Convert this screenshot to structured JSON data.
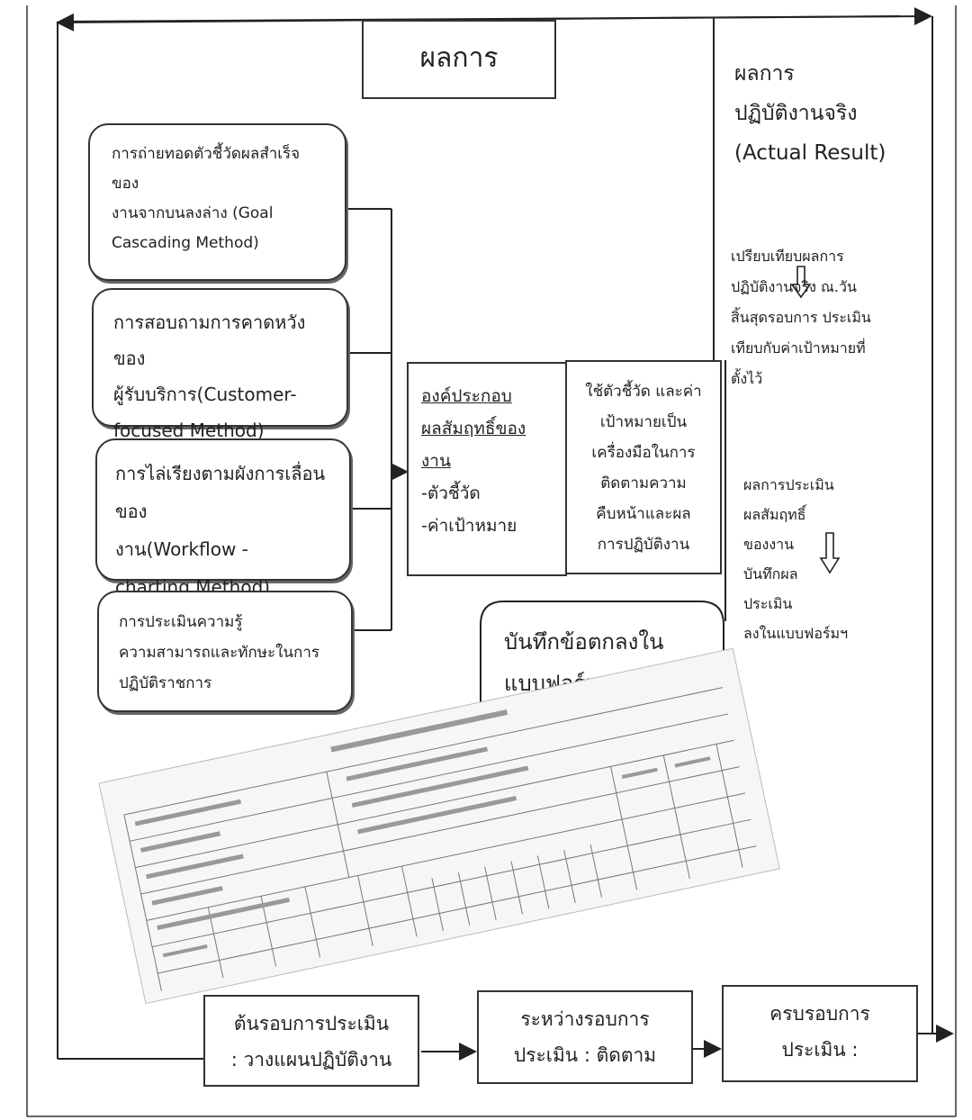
{
  "result_title": "ผลการ",
  "actual_result": {
    "title": "ผลการ\nปฏิบัติงานจริง\n(Actual Result)"
  },
  "compare_note": "เปรียบเทียบผลการ\nปฏิบัติงานจริง ณ.วัน\nสิ้นสุดรอบการ  ประเมิน\nเทียบกับค่าเป้าหมายที่\nตั้งไว้",
  "eval_note": "ผลการประเมิน\nผลสัมฤทธิ์\nของงาน\nบันทึกผล\nประเมิน\nลงในแบบฟอร์มฯ",
  "methods": [
    "การถ่ายทอดตัวชี้วัดผลสำเร็จ\nของ\nงานจากบนลงล่าง (Goal\nCascading Method)",
    "การสอบถามการคาดหวังของ\nผู้รับบริการ(Customer-\nfocused Method)",
    "การไล่เรียงตามผังการเลื่อนของ\nงาน(Workflow -\ncharting Method)",
    "การประเมินความรู้\nความสามารถและทักษะในการ\nปฏิบัติราชการ"
  ],
  "component": {
    "heading": "องค์ประกอบ\nผลสัมฤทธิ์ของ\nงาน",
    "items": "-ตัวชี้วัด\n-ค่าเป้าหมาย"
  },
  "usage": "ใช้ตัวชี้วัด และค่า\nเป้าหมายเป็น\nเครื่องมือในการ\nติดตามความ\nคืบหน้าและผล\nการปฏิบัติงาน",
  "callout": "บันทึกข้อตกลงใน\nแบบฟอร์มฯ",
  "phases": [
    "ต้นรอบการประเมิน\n: วางแผนปฏิบัติงาน",
    "ระหว่างรอบการ\nประเมิน : ติดตาม",
    "ครบรอบการ\nประเมิน :"
  ]
}
